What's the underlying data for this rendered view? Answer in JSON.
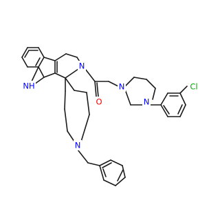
{
  "atoms": [
    {
      "id": "nh",
      "label": "NH",
      "color": "#0000ff"
    },
    {
      "id": "n_amide",
      "label": "N",
      "color": "#0000ff"
    },
    {
      "id": "o",
      "label": "O",
      "color": "#ff0000"
    },
    {
      "id": "n_pip1",
      "label": "N",
      "color": "#0000ff"
    },
    {
      "id": "n_pip2",
      "label": "N",
      "color": "#0000ff"
    },
    {
      "id": "cl",
      "label": "Cl",
      "color": "#00aa00"
    },
    {
      "id": "n_benzyl",
      "label": "N",
      "color": "#0000ff"
    }
  ],
  "colors": {
    "bond": "#1a1a1a",
    "background": "#ffffff"
  }
}
